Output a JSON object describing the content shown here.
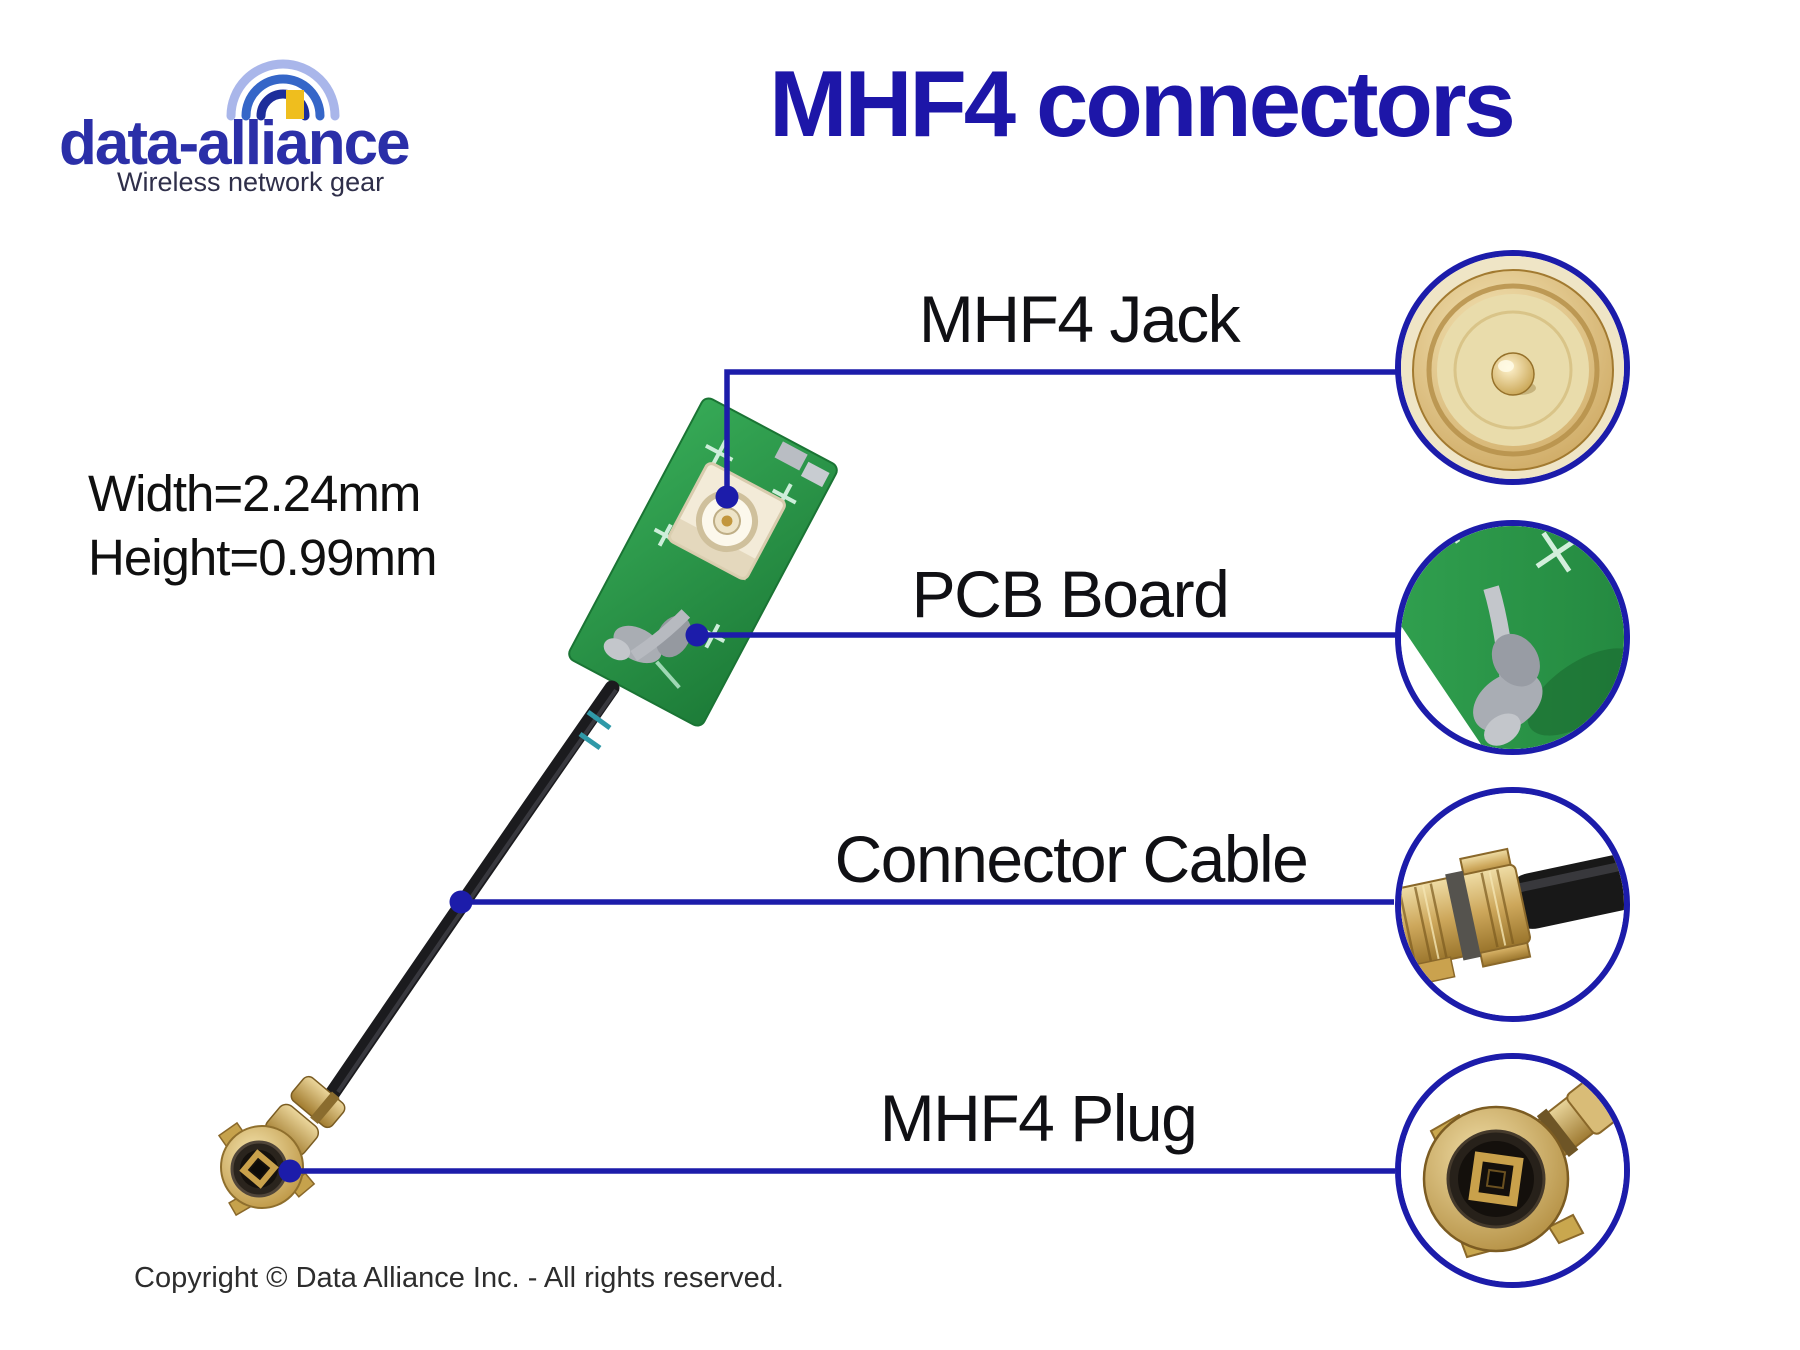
{
  "logo": {
    "brand": "data-alliance",
    "tagline": "Wireless network gear"
  },
  "title": "MHF4 connectors",
  "specs": {
    "line1": "Width=2.24mm",
    "line2": "Height=0.99mm"
  },
  "callouts": [
    {
      "label": "MHF4 Jack"
    },
    {
      "label": "PCB Board"
    },
    {
      "label": "Connector Cable"
    },
    {
      "label": "MHF4 Plug"
    }
  ],
  "footer": {
    "copyright": "Copyright © Data Alliance Inc. - All rights reserved."
  },
  "colors": {
    "callout_navy": "#1c1caa",
    "title_blue": "#1d16a8",
    "logo_blue": "#2b2fa8",
    "logo_arc_light": "#a9b6ea",
    "logo_arc_mid": "#3566c8",
    "logo_arc_dark": "#1d2d9b",
    "logo_accent_yellow": "#efbe1e",
    "pcb_green": "#2e9c49",
    "connector_gold": "#cda45c",
    "cable_black": "#1a1a1a"
  }
}
